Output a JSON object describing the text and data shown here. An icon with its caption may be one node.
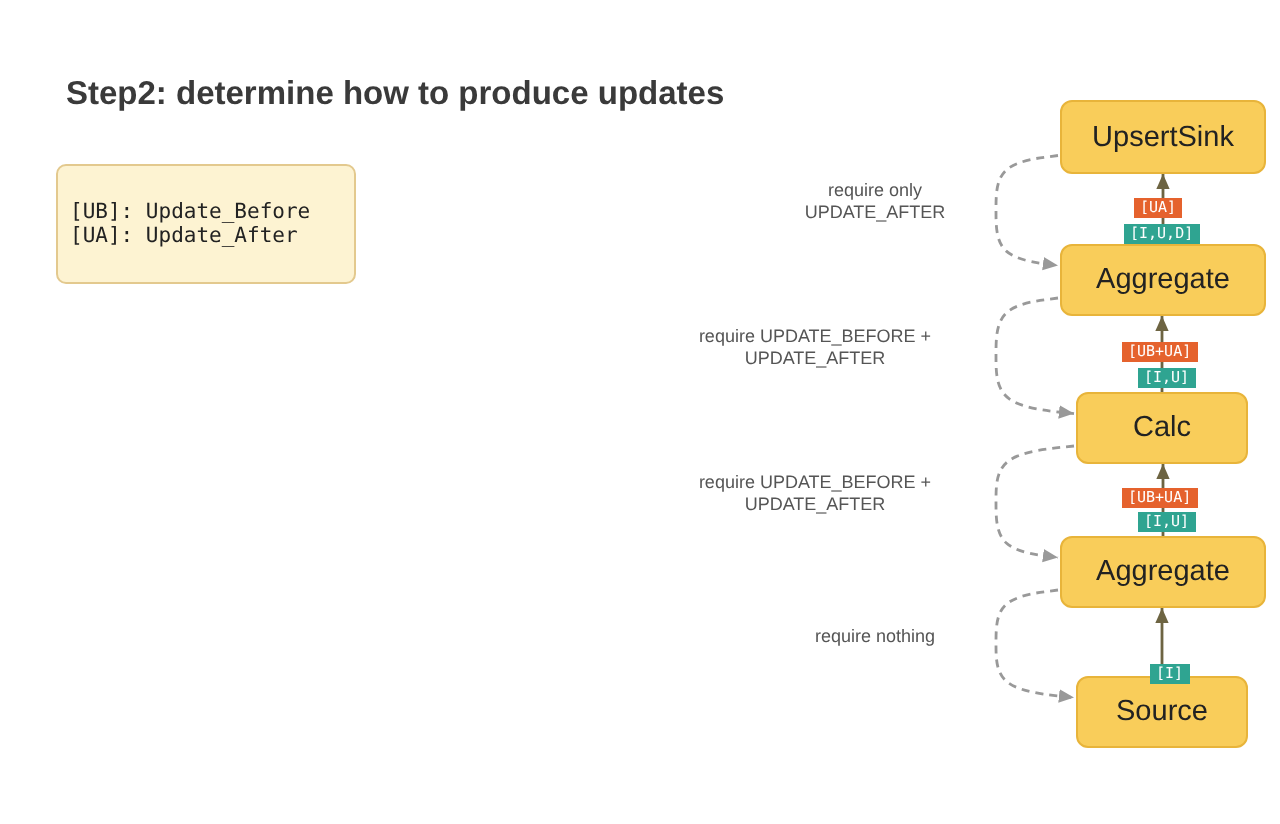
{
  "diagram": {
    "title": "Step2: determine how to produce updates",
    "nodes": [
      {
        "text": [
          "UpsertSink"
        ]
      },
      {
        "text": [
          "Aggregate"
        ]
      },
      {
        "text": [
          "Calc"
        ]
      },
      {
        "text": [
          "Aggregate"
        ]
      },
      {
        "text": [
          "Source"
        ]
      },
      {
        "text": [
          "[UB]: Update_Before",
          "[UA]: Update_After"
        ]
      }
    ],
    "edges": [
      {
        "from": 4,
        "to": 3,
        "arrow": "to"
      },
      {
        "from": 3,
        "to": 2,
        "arrow": "to"
      },
      {
        "from": 2,
        "to": 1,
        "arrow": "to"
      },
      {
        "from": 1,
        "to": 0,
        "arrow": "to"
      },
      {
        "from": 0,
        "to": 1,
        "arrow": "to",
        "style": "dashed",
        "color": "#999999",
        "label": "require only UPDATE_AFTER"
      },
      {
        "from": 1,
        "to": 2,
        "arrow": "to",
        "style": "dashed",
        "color": "#999999",
        "label": "require UPDATE_BEFORE + UPDATE_AFTER"
      },
      {
        "from": 2,
        "to": 3,
        "arrow": "to",
        "style": "dashed",
        "color": "#999999",
        "label": "require UPDATE_BEFORE + UPDATE_AFTER"
      },
      {
        "from": 3,
        "to": 4,
        "arrow": "to",
        "style": "dashed",
        "color": "#999999",
        "label": "require nothing"
      }
    ],
    "labels": [
      "[UA]",
      "[I,U,D]",
      "[UB+UA]",
      "[I,U]",
      "[UB+UA]",
      "[I,U]",
      "[I]"
    ]
  }
}
